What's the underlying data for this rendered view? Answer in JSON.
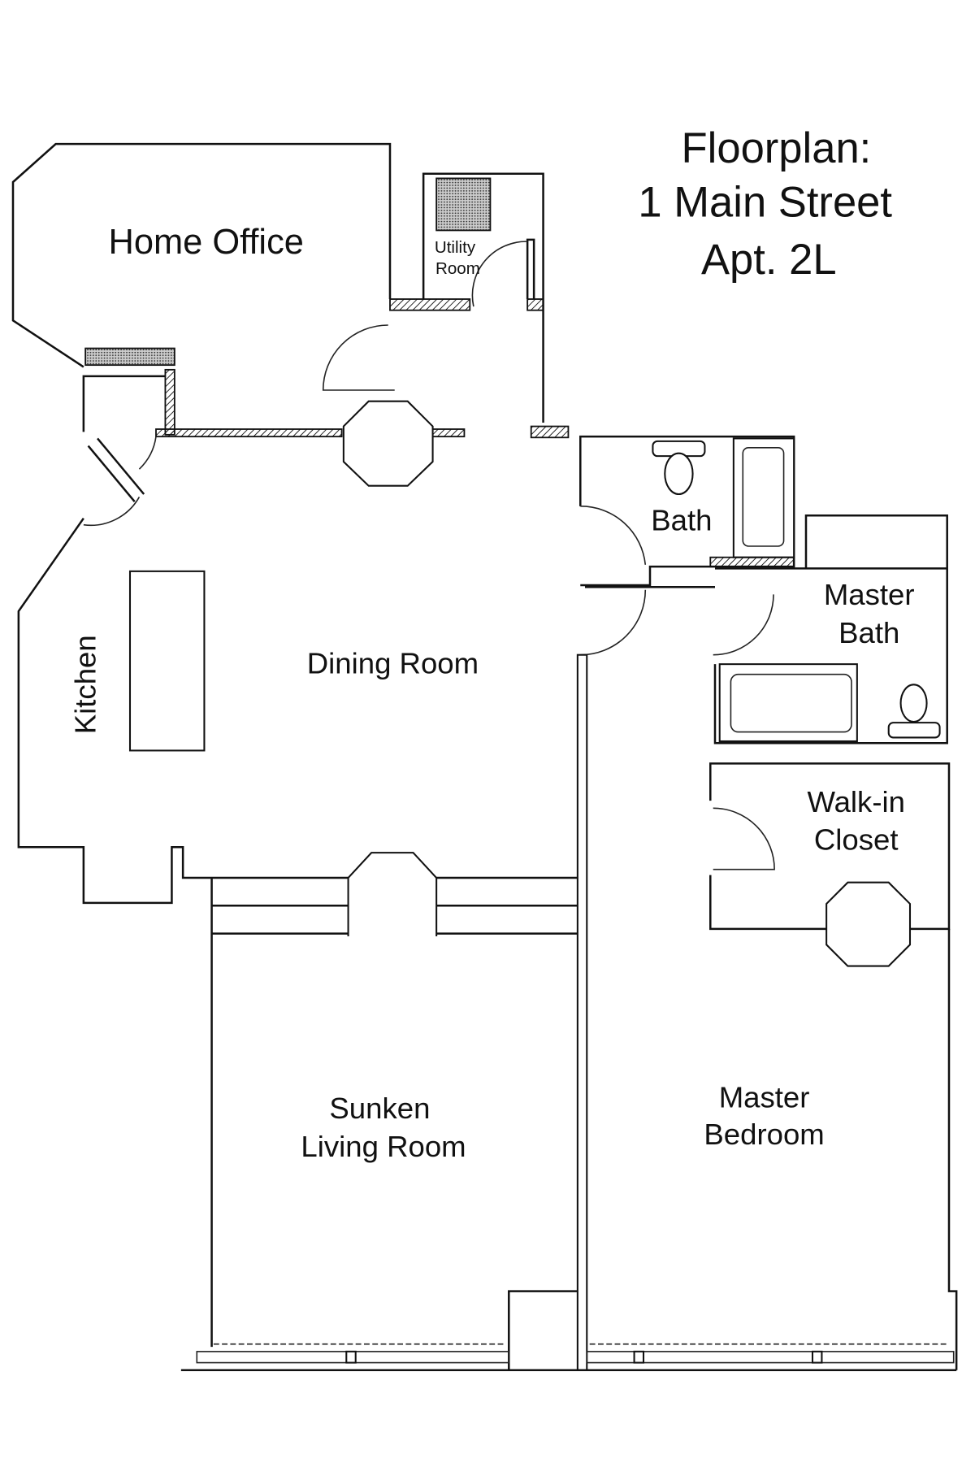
{
  "title": {
    "line1": "Floorplan:",
    "line2": "1 Main Street",
    "line3": "Apt. 2L"
  },
  "rooms": {
    "home_office": "Home Office",
    "utility_line1": "Utility",
    "utility_line2": "Room",
    "bath": "Bath",
    "master_bath_line1": "Master",
    "master_bath_line2": "Bath",
    "dining_room": "Dining Room",
    "kitchen": "Kitchen",
    "closet_line1": "Walk-in",
    "closet_line2": "Closet",
    "living_line1": "Sunken",
    "living_line2": "Living Room",
    "bedroom_line1": "Master",
    "bedroom_line2": "Bedroom"
  }
}
